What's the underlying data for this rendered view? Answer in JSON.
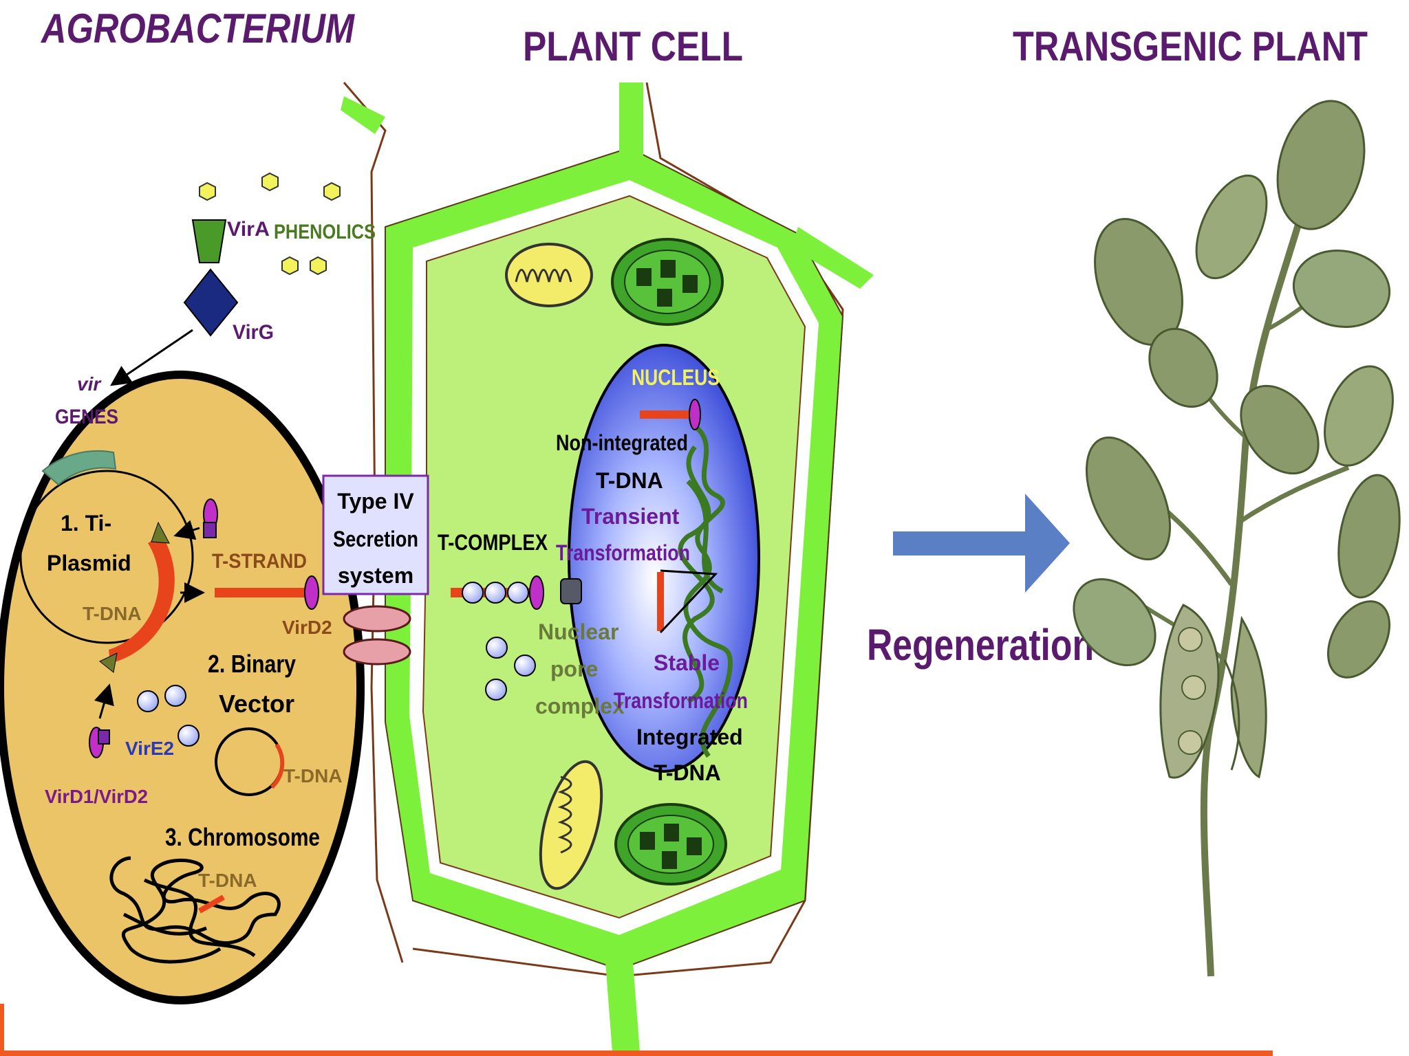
{
  "headings": {
    "agrobacterium": "AGROBACTERIUM",
    "plant_cell": "PLANT CELL",
    "transgenic_plant": "TRANSGENIC PLANT"
  },
  "bacterium": {
    "vira": "VirA",
    "phenolics": "PHENOLICS",
    "virg": "VirG",
    "vir": "vir",
    "genes": "GENES",
    "ti_line1": "1. Ti-",
    "ti_line2": "Plasmid",
    "t_dna_plasmid": "T-DNA",
    "t_strand": "T-STRAND",
    "vird2": "VirD2",
    "binary_line1": "2. Binary",
    "binary_line2": "Vector",
    "t_dna_binary": "T-DNA",
    "vire2": "VirE2",
    "vird1_vird2": "VirD1/VirD2",
    "chromosome": "3. Chromosome",
    "t_dna_chromosome": "T-DNA"
  },
  "secretion": {
    "line1": "Type IV",
    "line2": "Secretion",
    "line3": "system"
  },
  "plant_cell": {
    "t_complex": "T-COMPLEX",
    "nucleus": "NUCLEUS",
    "non_integrated_line1": "Non-integrated",
    "non_integrated_line2": "T-DNA",
    "transient_line1": "Transient",
    "transient_line2": "Transformation",
    "nuclear_line1": "Nuclear",
    "nuclear_line2": "pore",
    "nuclear_line3": "complex",
    "stable_line1": "Stable",
    "stable_line2": "Transformation",
    "integrated_line1": "Integrated",
    "integrated_line2": "T-DNA"
  },
  "process": {
    "regeneration": "Regeneration"
  },
  "colors": {
    "title_purple": "#5a1a6e",
    "bacterium_fill": "#ecc468",
    "cell_wall_green": "#7cf03a",
    "cytoplasm_green": "#bdf07a",
    "nucleus_blue": "#3550d8",
    "t_dna_red": "#e8441c",
    "arrow_blue": "#5b7fc4",
    "vire2_blue": "#b8c4f4",
    "footer_orange": "#f05a22"
  }
}
